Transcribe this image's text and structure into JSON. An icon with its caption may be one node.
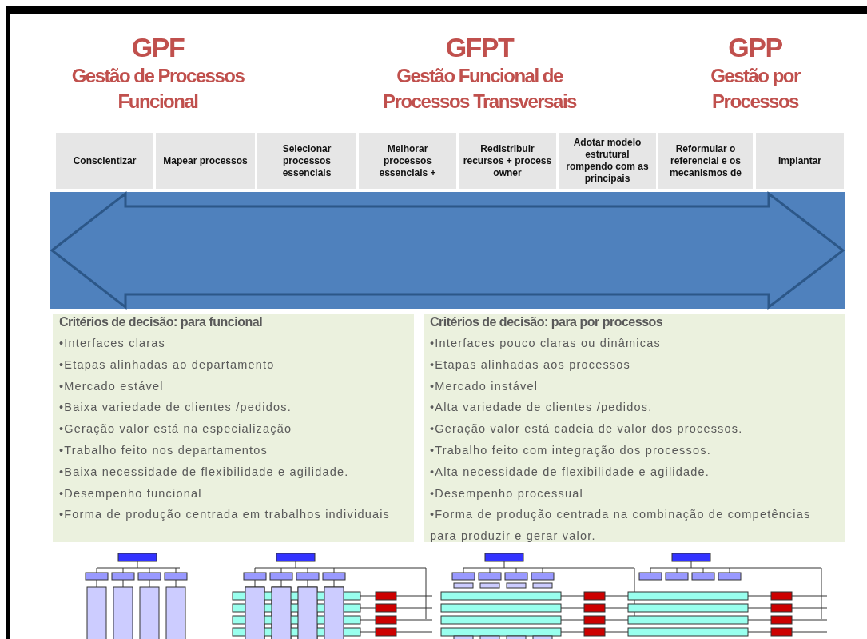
{
  "diagram": {
    "nodes": [
      {
        "text": [
          "Conscientizar"
        ]
      },
      {
        "text": [
          "Mapear processos"
        ]
      },
      {
        "text": [
          "Selecionar processos essenciais"
        ]
      },
      {
        "text": [
          "Melhorar processos essenciais +"
        ]
      },
      {
        "text": [
          "Redistribuir recursos + process owner"
        ]
      },
      {
        "text": [
          "Adotar modelo estrutural rompendo com as principais"
        ]
      },
      {
        "text": [
          "Reformular o referencial e os mecanismos de"
        ]
      },
      {
        "text": [
          "Implantar"
        ]
      },
      {
        "text": [
          "Critérios de decisão: para funcional",
          "•Interfaces claras",
          "•Etapas alinhadas ao departamento",
          "•Mercado estável",
          "•Baixa variedade de clientes /pedidos.",
          "•Geração valor está na especialização",
          "•Trabalho feito nos departamentos",
          "•Baixa necessidade de flexibilidade e agilidade.",
          "•Desempenho funcional",
          "•Forma de produção centrada em trabalhos individuais"
        ]
      },
      {
        "text": [
          "Critérios de decisão: para por processos",
          "•Interfaces pouco claras ou dinâmicas",
          "•Etapas alinhadas aos processos",
          "•Mercado instável",
          "•Alta variedade de clientes /pedidos.",
          "•Geração valor está cadeia de valor dos processos.",
          "•Trabalho feito com integração dos processos.",
          "•Alta necessidade de flexibilidade e agilidade.",
          "•Desempenho processual",
          "•Forma de produção centrada na combinação de competências para produzir e gerar valor."
        ]
      }
    ],
    "labels": [
      "GPF",
      "Gestão de Processos Funcional",
      "GFPT",
      "Gestão Funcional de Processos Transversais",
      "GPP",
      "Gestão por Processos"
    ]
  }
}
